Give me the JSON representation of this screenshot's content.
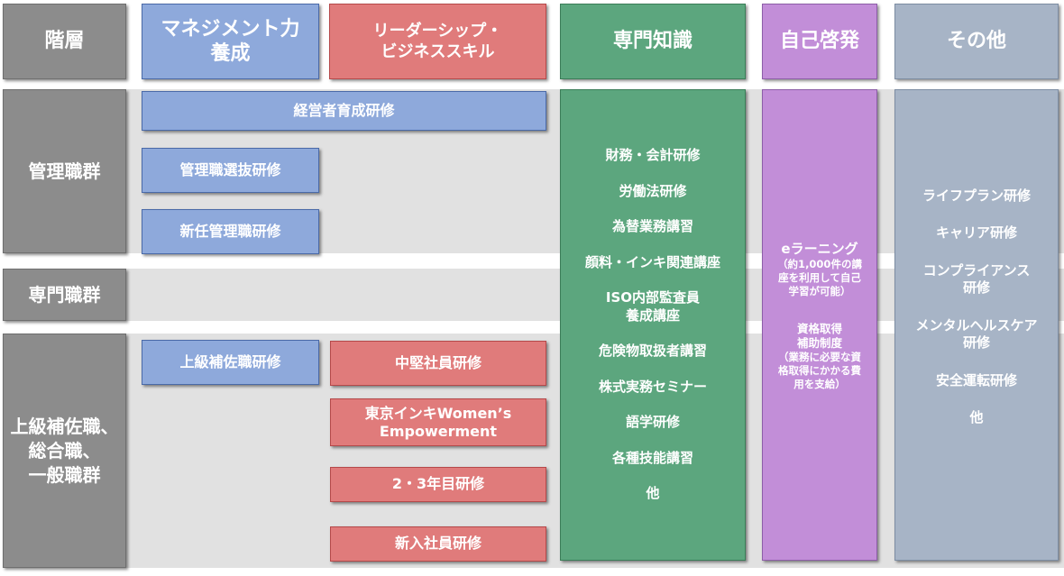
{
  "headers": {
    "level": "階層",
    "management": "マネジメント力\n養成",
    "leadership": "リーダーシップ・\nビジネススキル",
    "expertise": "専門知識",
    "self_dev": "自己啓発",
    "other": "その他"
  },
  "levels": {
    "managers": "管理職群",
    "specialists": "専門職群",
    "general": "上級補佐職、\n総合職、\n一般職群"
  },
  "management_courses": {
    "executive": "経営者育成研修",
    "manager_selection": "管理職選抜研修",
    "new_manager": "新任管理職研修",
    "senior_assistant": "上級補佐職研修"
  },
  "leadership_courses": {
    "mid_career": "中堅社員研修",
    "women": "東京インキWomen’s\nEmpowerment",
    "year_2_3": "2・3年目研修",
    "new_employee": "新入社員研修"
  },
  "expertise_items": [
    "財務・会計研修",
    "労働法研修",
    "為替業務講習",
    "顔料・インキ関連講座",
    "ISO内部監査員\n養成講座",
    "危険物取扱者講習",
    "株式実務セミナー",
    "語学研修",
    "各種技能講習",
    "他"
  ],
  "self_dev": {
    "elearning_title": "eラーニング",
    "elearning_note": "（約1,000件の講\n座を利用して自己\n学習が可能）",
    "cert_title": "資格取得\n補助制度",
    "cert_note": "（業務に必要な資\n格取得にかかる費\n用を支給）"
  },
  "other_items": [
    "ライフプラン研修",
    "キャリア研修",
    "コンプライアンス\n研修",
    "メンタルヘルスケア\n研修",
    "安全運転研修",
    "他"
  ],
  "colors": {
    "level": "#8c8c8c",
    "management": "#8ea9db",
    "leadership": "#e07b7b",
    "expertise": "#5ca67e",
    "self_dev": "#c28ed8",
    "other": "#a7b4c6",
    "band": "#e1e1e1"
  }
}
